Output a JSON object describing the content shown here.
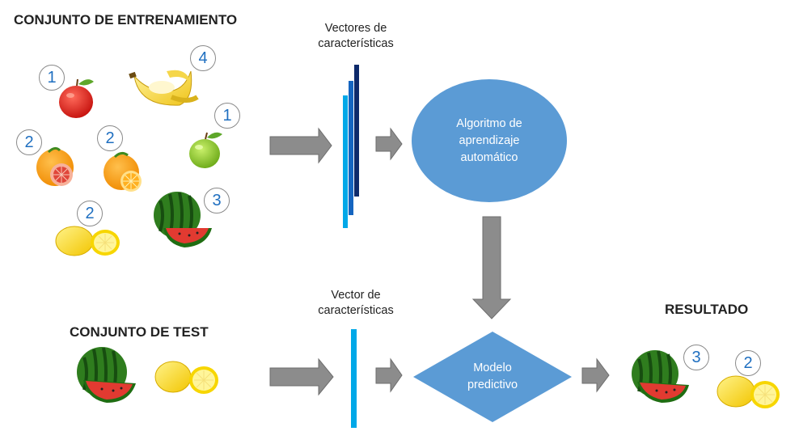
{
  "headings": {
    "training_set": "CONJUNTO DE ENTRENAMIENTO",
    "test_set": "CONJUNTO DE TEST",
    "result": "RESULTADO"
  },
  "captions": {
    "feature_vectors": "Vectores de características",
    "feature_vector": "Vector de características"
  },
  "nodes": {
    "algorithm": "Algoritmo de aprendizaje automático",
    "model": "Modelo predictivo"
  },
  "training_items": [
    {
      "fruit": "apple-red",
      "label": "1"
    },
    {
      "fruit": "banana",
      "label": "4"
    },
    {
      "fruit": "orange",
      "label": "2"
    },
    {
      "fruit": "orange",
      "label": "2"
    },
    {
      "fruit": "apple-green",
      "label": "1"
    },
    {
      "fruit": "lemon",
      "label": "2"
    },
    {
      "fruit": "watermelon",
      "label": "3"
    }
  ],
  "test_items": [
    {
      "fruit": "watermelon"
    },
    {
      "fruit": "lemon"
    }
  ],
  "result_items": [
    {
      "fruit": "watermelon",
      "label": "3"
    },
    {
      "fruit": "lemon",
      "label": "2"
    }
  ],
  "colors": {
    "node_fill": "#5b9bd5",
    "arrow_fill": "#8c8c8c",
    "arrow_stroke": "#6e6e6e",
    "vector_light": "#00a8e8",
    "vector_mid": "#1565c0",
    "vector_dark": "#0d2a6b",
    "badge_text": "#1f6fc0"
  }
}
